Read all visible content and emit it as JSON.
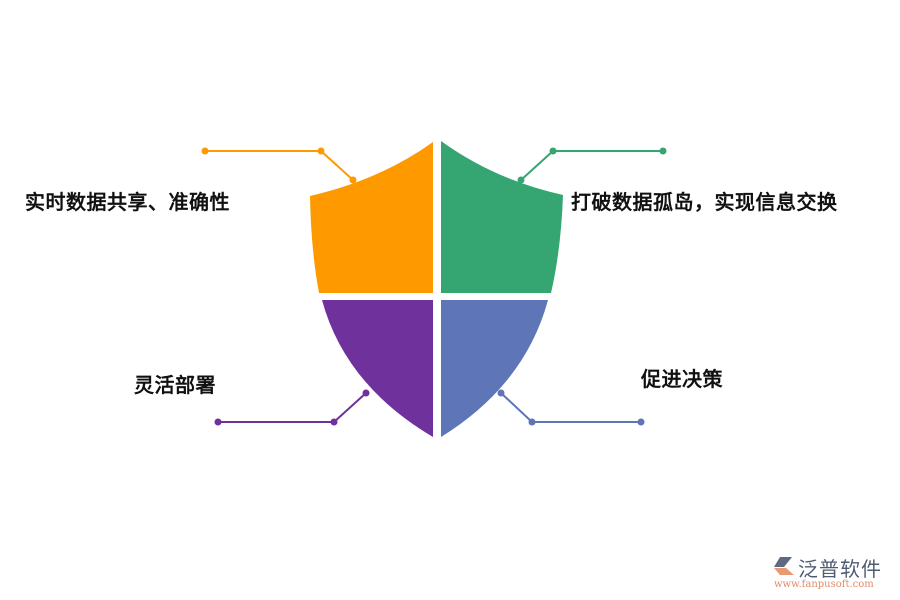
{
  "diagram": {
    "type": "shield-quadrant-infographic",
    "quadrants": [
      {
        "id": "top-left",
        "label": "实时数据共享、准确性",
        "color": "#FF9900"
      },
      {
        "id": "top-right",
        "label": "打破数据孤岛，实现信息交换",
        "color": "#35A572"
      },
      {
        "id": "bottom-left",
        "label": "灵活部署",
        "color": "#6F319B"
      },
      {
        "id": "bottom-right",
        "label": "促进决策",
        "color": "#5E76B8"
      }
    ]
  },
  "watermark": {
    "brand": "泛普软件",
    "url": "www.fanpusoft.com",
    "brand_color": "#4f5d73",
    "url_color": "#e08a67"
  }
}
